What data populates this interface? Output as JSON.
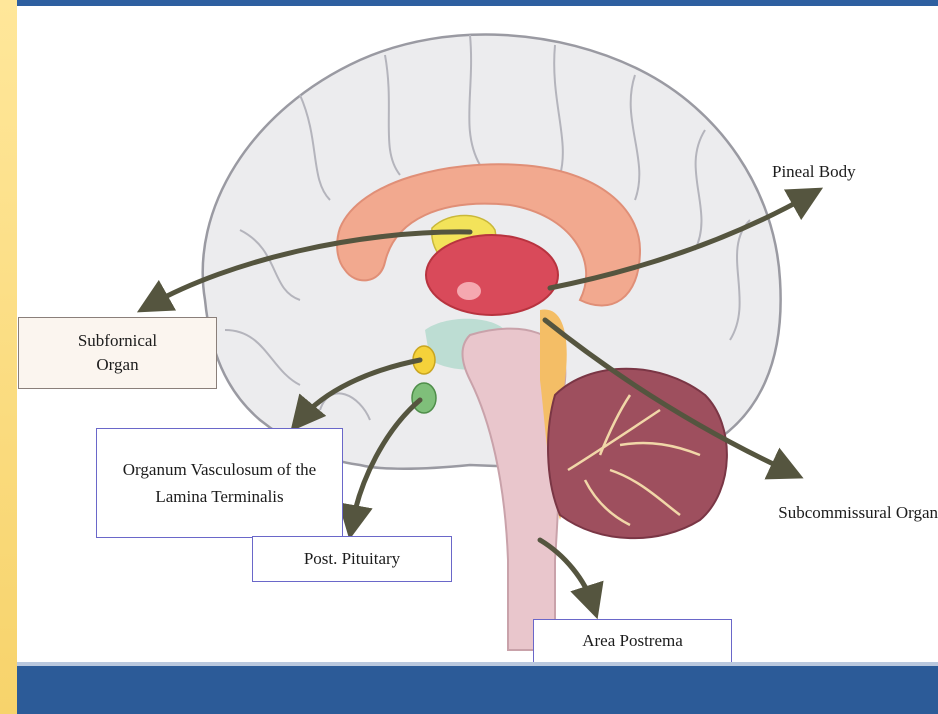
{
  "labels": {
    "subfornical": "Subfornical Organ",
    "ovlt": "Organum Vasculosum of the Lamina Terminalis",
    "post_pituitary": "Post. Pituitary",
    "area_postrema": "Area Postrema",
    "pineal": "Pineal Body",
    "subcommissural": "Subcommissural Organ"
  },
  "colors": {
    "frame_blue": "#2c5b98",
    "left_strip": "#f7d36b",
    "brain_gray": "#ececee",
    "corpus_callosum": "#f2a98f",
    "thalamus": "#d94a5a",
    "cerebellum": "#9e4f5e",
    "brainstem": "#e9c6cc",
    "arrow": "#55553f"
  }
}
